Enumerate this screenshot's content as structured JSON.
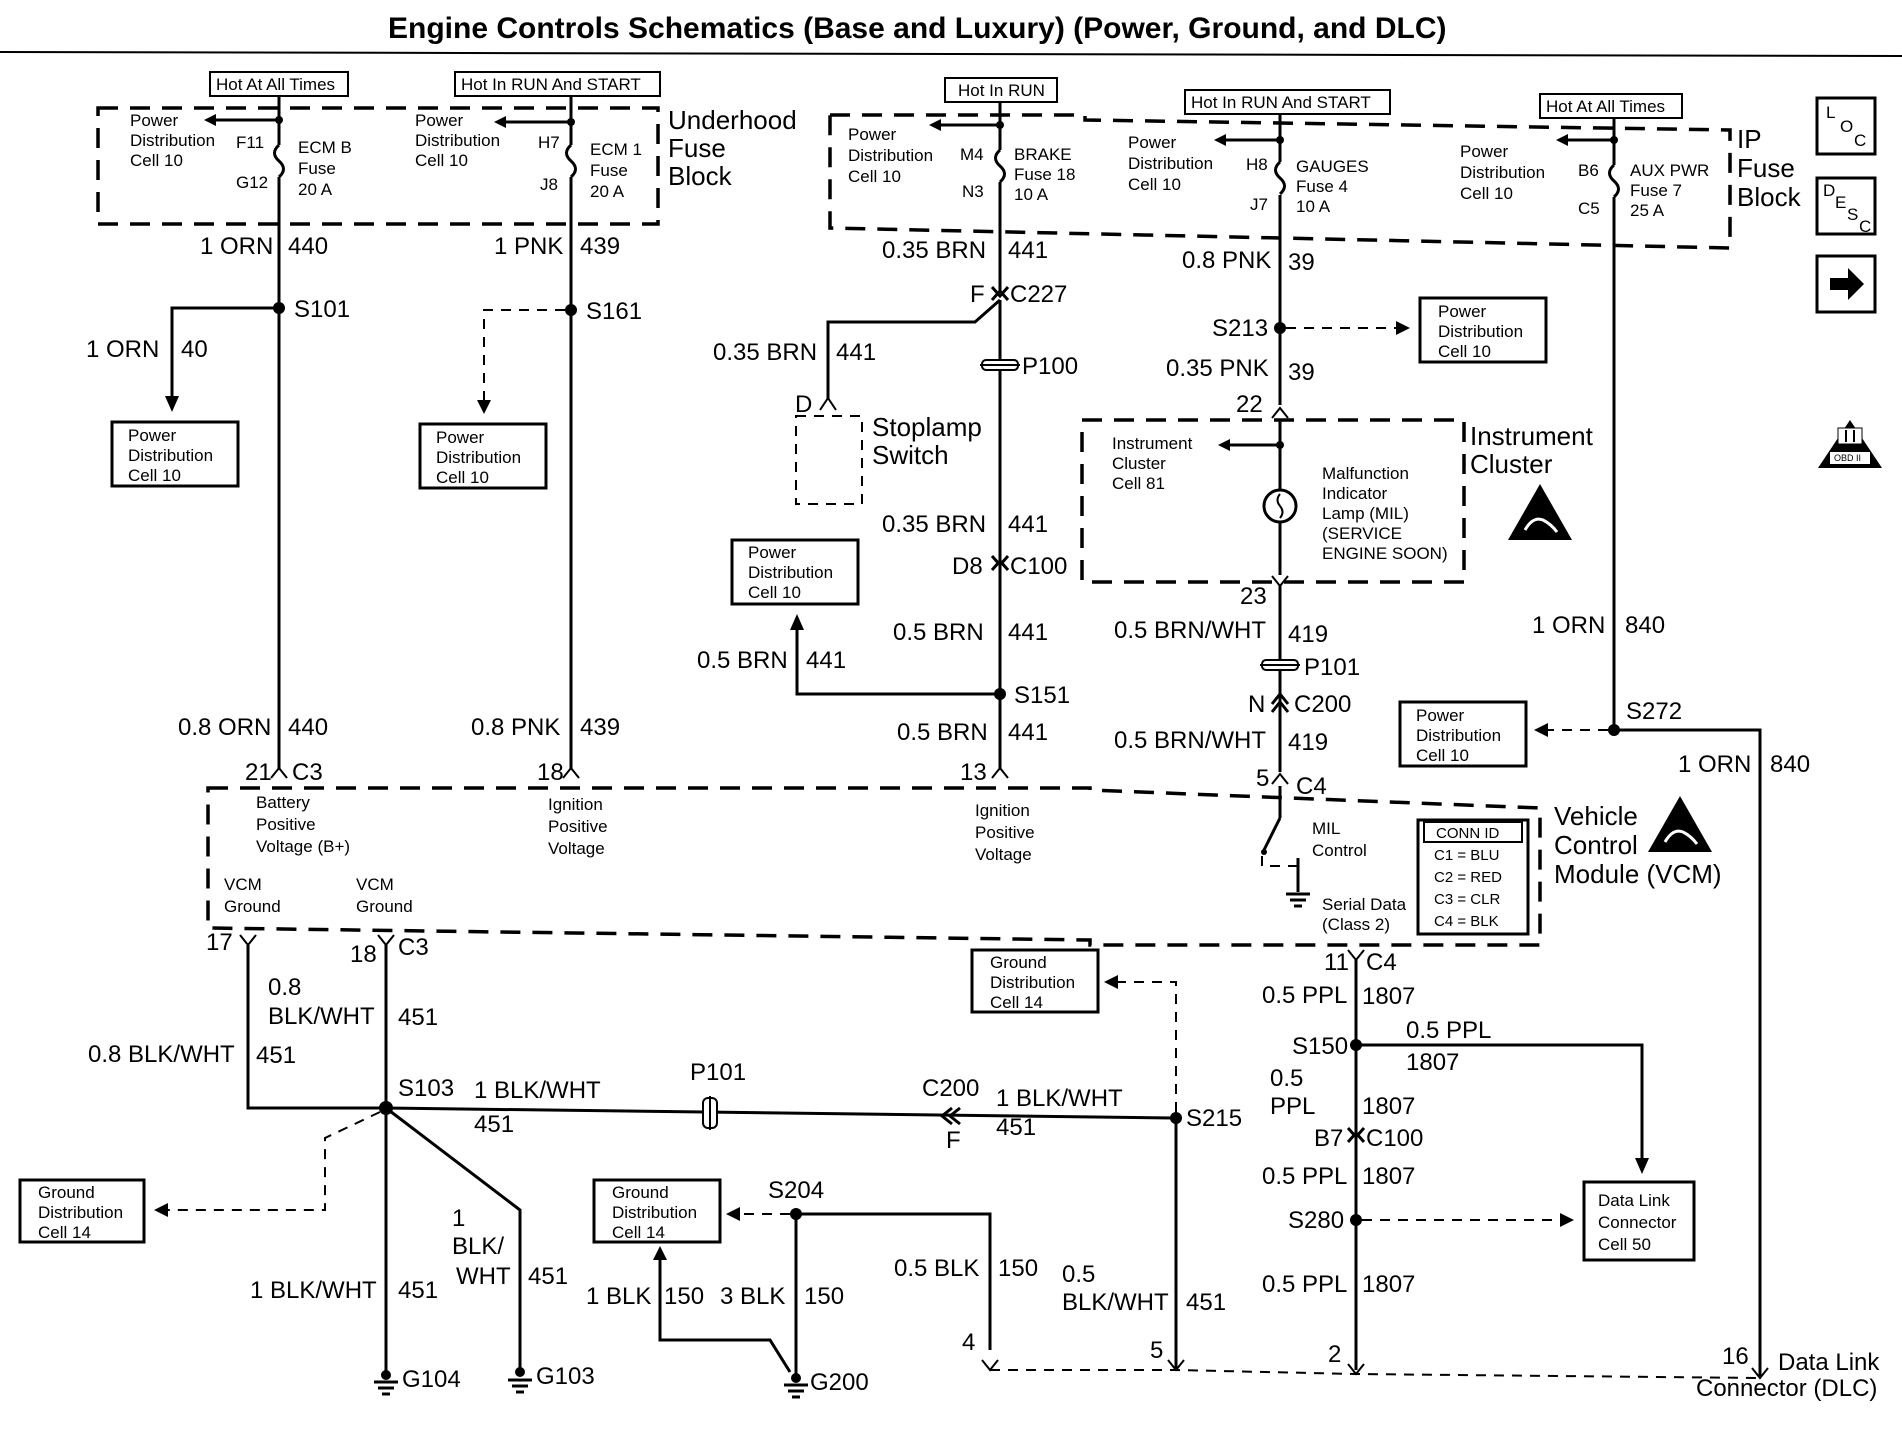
{
  "title": "Engine Controls Schematics (Base and Luxury) (Power, Ground, and DLC)",
  "hot_labels": {
    "ecm_b": "Hot At All Times",
    "ecm_1": "Hot In RUN And START",
    "brake": "Hot In RUN",
    "gauges": "Hot In RUN And START",
    "aux": "Hot At All Times"
  },
  "fuse_blocks": {
    "underhood": [
      "Underhood",
      "Fuse",
      "Block"
    ],
    "ip": [
      "IP",
      "Fuse",
      "Block"
    ]
  },
  "power_dist": [
    "Power",
    "Distribution",
    "Cell 10"
  ],
  "ground_dist": [
    "Ground",
    "Distribution",
    "Cell 14"
  ],
  "fuses": {
    "ecm_b": {
      "name": [
        "ECM B",
        "Fuse",
        "20 A"
      ],
      "pin_in": "F11",
      "pin_out": "G12"
    },
    "ecm_1": {
      "name": [
        "ECM 1",
        "Fuse",
        "20 A"
      ],
      "pin_in": "H7",
      "pin_out": "J8"
    },
    "brake": {
      "name": [
        "BRAKE",
        "Fuse 18",
        "10 A"
      ],
      "pin_in": "M4",
      "pin_out": "N3"
    },
    "gauges": {
      "name": [
        "GAUGES",
        "Fuse 4",
        "10 A"
      ],
      "pin_in": "H8",
      "pin_out": "J7"
    },
    "aux": {
      "name": [
        "AUX PWR",
        "Fuse 7",
        "25 A"
      ],
      "pin_in": "B6",
      "pin_out": "C5"
    }
  },
  "wires": {
    "orn440": {
      "color": "1 ORN",
      "circuit": "440"
    },
    "pnk439": {
      "color": "1 PNK",
      "circuit": "439"
    },
    "orn40": {
      "color": "1 ORN",
      "circuit": "40"
    },
    "brn441a": {
      "color": "0.35 BRN",
      "circuit": "441"
    },
    "pnk39a": {
      "color": "0.8 PNK",
      "circuit": "39"
    },
    "brn441b": {
      "color": "0.35 BRN",
      "circuit": "441"
    },
    "pnk39b": {
      "color": "0.35 PNK",
      "circuit": "39"
    },
    "brn441c": {
      "color": "0.35 BRN",
      "circuit": "441"
    },
    "brn441d": {
      "color": "0.5 BRN",
      "circuit": "441"
    },
    "brn441e": {
      "color": "0.5 BRN",
      "circuit": "441"
    },
    "brnwht419a": {
      "color": "0.5 BRN/WHT",
      "circuit": "419"
    },
    "orn840a": {
      "color": "1 ORN",
      "circuit": "840"
    },
    "orn440b": {
      "color": "0.8 ORN",
      "circuit": "440"
    },
    "pnk439b": {
      "color": "0.8 PNK",
      "circuit": "439"
    },
    "brn441f": {
      "color": "0.5 BRN",
      "circuit": "441"
    },
    "brnwht419b": {
      "color": "0.5 BRN/WHT",
      "circuit": "419"
    },
    "orn840b": {
      "color": "1 ORN",
      "circuit": "840"
    },
    "bw451a": {
      "color1": "0.8",
      "color2": "BLK/WHT",
      "circuit": "451"
    },
    "bw451b": {
      "color": "0.8 BLK/WHT",
      "circuit": "451"
    },
    "bw451c": {
      "color": "1 BLK/WHT",
      "circuit": "451"
    },
    "bw451d": {
      "color": "1 BLK/WHT",
      "circuit": "451"
    },
    "bw451e": {
      "color1": "1",
      "color2": "BLK/",
      "color3": "WHT",
      "circuit": "451"
    },
    "bw451f": {
      "color": "1 BLK/WHT",
      "circuit": "451"
    },
    "blk150a": {
      "color": "1 BLK",
      "circuit": "150"
    },
    "blk150b": {
      "color": "3 BLK",
      "circuit": "150"
    },
    "blk150c": {
      "color": "0.5 BLK",
      "circuit": "150"
    },
    "bw451g": {
      "color1": "0.5",
      "color2": "BLK/WHT",
      "circuit": "451"
    },
    "ppl1807a": {
      "color": "0.5 PPL",
      "circuit": "1807"
    },
    "ppl1807b": {
      "color": "0.5 PPL",
      "circuit": "1807"
    },
    "ppl1807c": {
      "color1": "0.5",
      "color2": "PPL",
      "circuit": "1807"
    },
    "ppl1807d": {
      "color": "0.5 PPL",
      "circuit": "1807"
    },
    "ppl1807e": {
      "color": "0.5 PPL",
      "circuit": "1807"
    }
  },
  "splices": [
    "S101",
    "S161",
    "S213",
    "S151",
    "S272",
    "S103",
    "S215",
    "S204",
    "S150",
    "S280"
  ],
  "connectors": {
    "c227": {
      "pin": "F",
      "name": "C227"
    },
    "p100": "P100",
    "p101a": "P101",
    "c200a": {
      "pin": "N",
      "name": "C200"
    },
    "c100a": {
      "pin": "D8",
      "name": "C100"
    },
    "c100b": {
      "pin": "B7",
      "name": "C100"
    },
    "p101b": "P101",
    "c200b": {
      "pin": "F",
      "name": "C200"
    },
    "c3_pin21": "21",
    "c3_name": "C3",
    "c3_pin18": "18",
    "c4_pin13": "13",
    "c4_pin5": "5",
    "c4_name": "C4",
    "c3_pin17": "17",
    "c3_pin18b": "18",
    "c3_nameb": "C3",
    "c4_pin11": "11",
    "c4_nameb": "C4",
    "ic_pin22": "22",
    "ic_pin23": "23",
    "sw_pin": "D"
  },
  "stoplamp": [
    "Stoplamp",
    "Switch"
  ],
  "cluster": {
    "ref": [
      "Instrument",
      "Cluster",
      "Cell 81"
    ],
    "lamp": [
      "Malfunction",
      "Indicator",
      "Lamp (MIL)",
      "(SERVICE",
      "ENGINE SOON)"
    ],
    "name": [
      "Instrument",
      "Cluster"
    ]
  },
  "vcm": {
    "bplus": [
      "Battery",
      "Positive",
      "Voltage (B+)"
    ],
    "ign1": [
      "Ignition",
      "Positive",
      "Voltage"
    ],
    "ign2": [
      "Ignition",
      "Positive",
      "Voltage"
    ],
    "gnd1": [
      "VCM",
      "Ground"
    ],
    "gnd2": [
      "VCM",
      "Ground"
    ],
    "mil": [
      "MIL",
      "Control"
    ],
    "serial": [
      "Serial Data",
      "(Class 2)"
    ],
    "name": [
      "Vehicle",
      "Control",
      "Module (VCM)"
    ],
    "conn_id": {
      "title": "CONN ID",
      "rows": [
        "C1 = BLU",
        "C2 = RED",
        "C3 = CLR",
        "C4 = BLK"
      ]
    }
  },
  "grounds": [
    "G104",
    "G103",
    "G200"
  ],
  "dlc_ref": [
    "Data Link",
    "Connector",
    "Cell 50"
  ],
  "dlc": {
    "pins": [
      "4",
      "5",
      "2",
      "16"
    ],
    "name": [
      "Data Link",
      "Connector (DLC)"
    ]
  },
  "side_icons": {
    "loc": [
      "L",
      "O",
      "C"
    ],
    "desc": [
      "D",
      "E",
      "S",
      "C"
    ],
    "obd": "OBD II"
  }
}
